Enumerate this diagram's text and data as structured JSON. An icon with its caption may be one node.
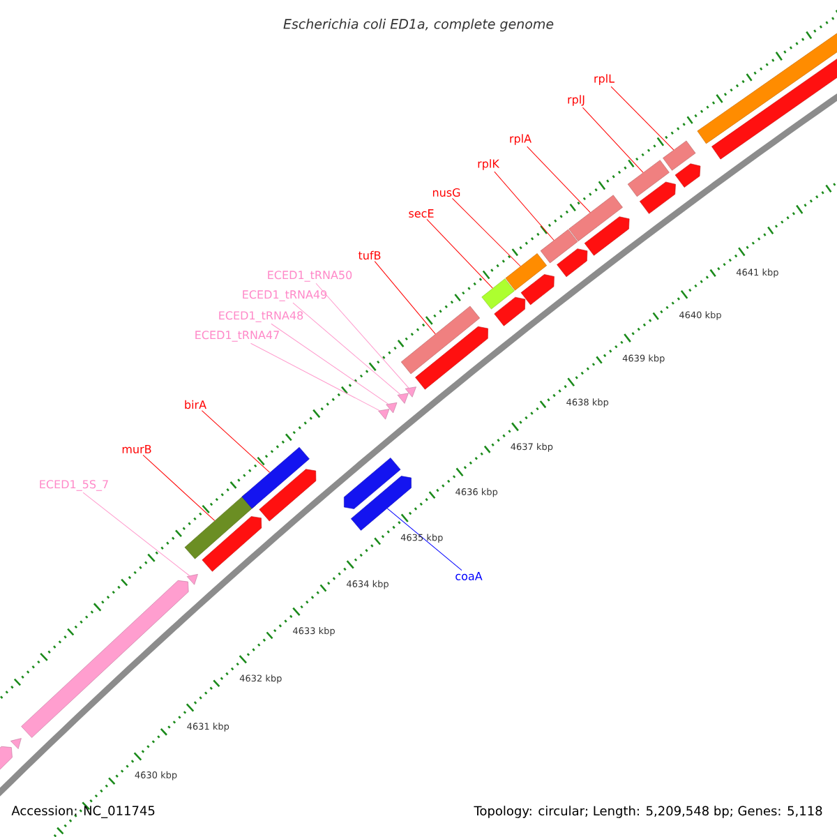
{
  "diagram": {
    "title": "Escherichia coli ED1a, complete genome",
    "nodes": [
      {
        "text": [
          "rplL"
        ]
      },
      {
        "text": [
          "rplJ"
        ]
      },
      {
        "text": [
          "rplA"
        ]
      },
      {
        "text": [
          "rplK"
        ]
      },
      {
        "text": [
          "nusG"
        ]
      },
      {
        "text": [
          "secE"
        ]
      },
      {
        "text": [
          "tufB"
        ]
      },
      {
        "text": [
          "ECED1_tRNA50"
        ]
      },
      {
        "text": [
          "ECED1_tRNA49"
        ]
      },
      {
        "text": [
          "ECED1_tRNA48"
        ]
      },
      {
        "text": [
          "ECED1_tRNA47"
        ]
      },
      {
        "text": [
          "birA"
        ]
      },
      {
        "text": [
          "murB"
        ]
      },
      {
        "text": [
          "ECED1_5S_7"
        ]
      },
      {
        "text": [
          "coaA"
        ]
      },
      {
        "text": [],
        "shape": "arrow"
      },
      {
        "text": [],
        "shape": "triangle"
      },
      {
        "text": [],
        "shape": "arrow"
      },
      {
        "text": [],
        "shape": "bar"
      },
      {
        "text": [],
        "shape": "triangle"
      },
      {
        "text": [],
        "shape": "arrow"
      },
      {
        "text": [],
        "shape": "bar"
      },
      {
        "text": [],
        "shape": "arrow"
      },
      {
        "text": [],
        "shape": "arrow"
      },
      {
        "text": [],
        "shape": "arrow"
      },
      {
        "text": [],
        "shape": "triangle"
      },
      {
        "text": [],
        "shape": "triangle"
      },
      {
        "text": [],
        "shape": "triangle"
      },
      {
        "text": [],
        "shape": "triangle"
      },
      {
        "text": [],
        "shape": "bar"
      },
      {
        "text": [],
        "shape": "arrow"
      },
      {
        "text": [],
        "shape": "bar"
      },
      {
        "text": [],
        "shape": "arrow"
      },
      {
        "text": [],
        "shape": "bar"
      },
      {
        "text": [],
        "shape": "arrow"
      },
      {
        "text": [],
        "shape": "bar"
      },
      {
        "text": [],
        "shape": "arrow"
      },
      {
        "text": [],
        "shape": "bar"
      },
      {
        "text": [],
        "shape": "arrow"
      },
      {
        "text": [],
        "shape": "bar"
      },
      {
        "text": [],
        "shape": "arrow"
      },
      {
        "text": [],
        "shape": "bar"
      },
      {
        "text": [],
        "shape": "arrow"
      },
      {
        "text": [],
        "shape": "bar"
      },
      {
        "text": [],
        "shape": "arrow"
      }
    ],
    "edges": [
      {
        "from": 0,
        "to": 41,
        "arrow": "none"
      },
      {
        "from": 1,
        "to": 39,
        "arrow": "none"
      },
      {
        "from": 2,
        "to": 37,
        "arrow": "none"
      },
      {
        "from": 3,
        "to": 35,
        "arrow": "none"
      },
      {
        "from": 4,
        "to": 33,
        "arrow": "none"
      },
      {
        "from": 5,
        "to": 31,
        "arrow": "none"
      },
      {
        "from": 6,
        "to": 29,
        "arrow": "none"
      },
      {
        "from": 7,
        "to": 28,
        "arrow": "none",
        "color": "#ff99cc"
      },
      {
        "from": 8,
        "to": 27,
        "arrow": "none",
        "color": "#ff99cc"
      },
      {
        "from": 9,
        "to": 26,
        "arrow": "none",
        "color": "#ff99cc"
      },
      {
        "from": 10,
        "to": 25,
        "arrow": "none",
        "color": "#ff99cc"
      },
      {
        "from": 11,
        "to": 21,
        "arrow": "none"
      },
      {
        "from": 12,
        "to": 18,
        "arrow": "none"
      },
      {
        "from": 13,
        "to": 19,
        "arrow": "none",
        "color": "#ff99cc"
      },
      {
        "from": 14,
        "to": 24,
        "arrow": "none",
        "color": "#0000ff"
      }
    ],
    "labels": [
      "4641 kbp",
      "4640 kbp",
      "4639 kbp",
      "4638 kbp",
      "4637 kbp",
      "4636 kbp",
      "4635 kbp",
      "4634 kbp",
      "4633 kbp",
      "4632 kbp",
      "4631 kbp",
      "4630 kbp",
      "Accession: NC_011745",
      "Topology: circular; Length: 5,209,548 bp; Genes: 5,118"
    ]
  }
}
